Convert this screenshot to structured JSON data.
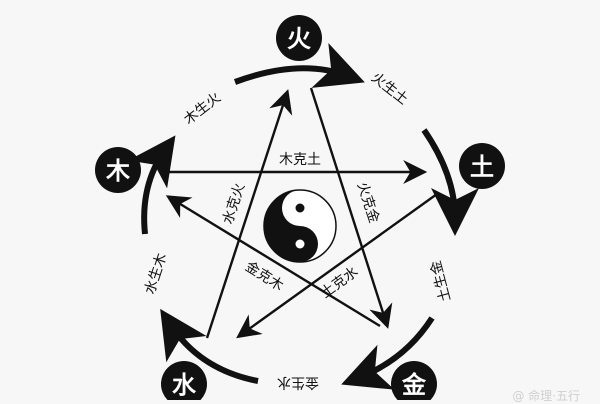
{
  "elements": {
    "fire": "火",
    "earth": "土",
    "metal": "金",
    "water": "水",
    "wood": "木"
  },
  "generating_cycle": {
    "wood_fire": "木生火",
    "fire_earth": "火生土",
    "earth_metal": "土生金",
    "metal_water": "金生水",
    "water_wood": "水生木"
  },
  "controlling_cycle": {
    "wood_earth": "木克土",
    "water_fire": "水克火",
    "fire_metal": "火克金",
    "metal_wood": "金克木",
    "earth_water": "土克水"
  },
  "center": {
    "symbol": "yin-yang"
  },
  "watermark": "@ 命理·五行"
}
